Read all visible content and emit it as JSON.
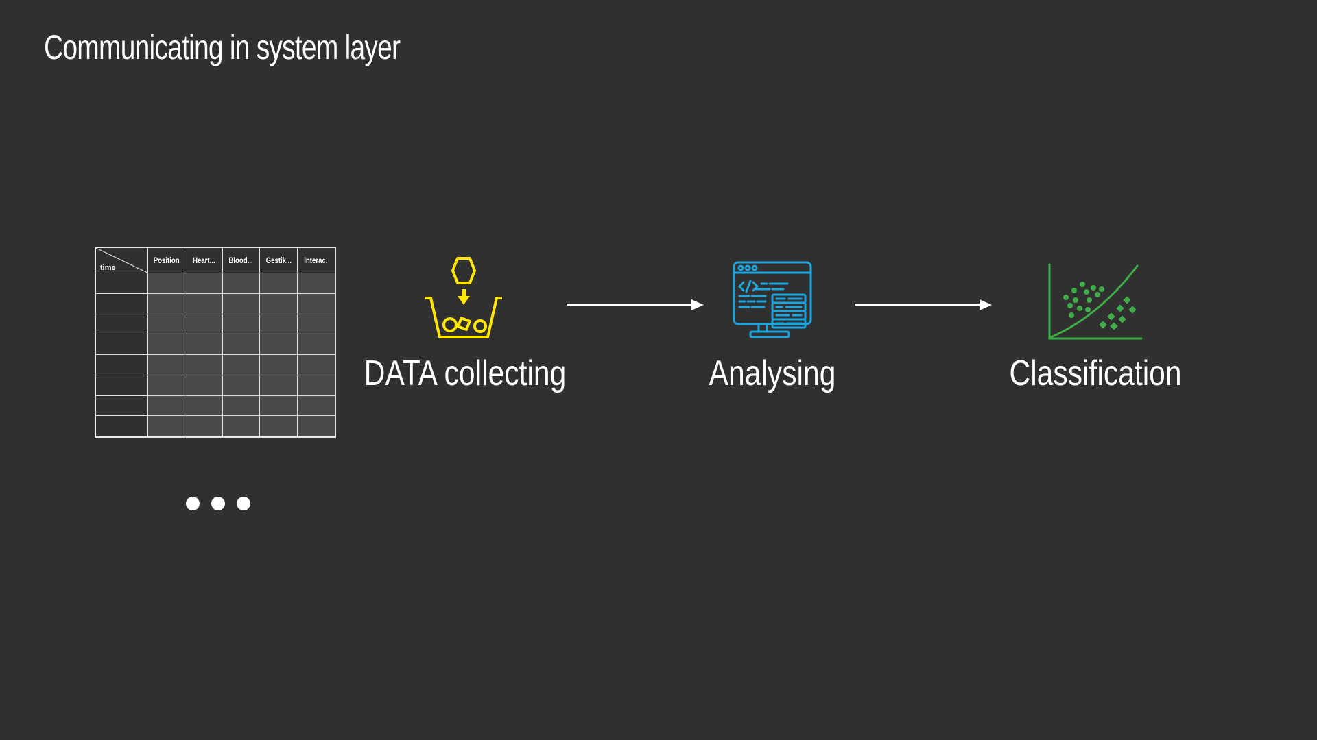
{
  "title": "Communicating in system layer",
  "table": {
    "corner_label": "time",
    "columns": [
      "Position",
      "Heart...",
      "Blood...",
      "Gestik...",
      "Interac."
    ],
    "row_count": 8
  },
  "ellipsis_dots": 3,
  "steps": [
    {
      "label": "DATA collecting",
      "icon": "data-collecting-icon",
      "color": "#FFE600"
    },
    {
      "label": "Analysing",
      "icon": "code-monitor-icon",
      "color": "#1BA6E0"
    },
    {
      "label": "Classification",
      "icon": "scatter-classification-icon",
      "color": "#3FAE49"
    }
  ],
  "colors": {
    "background": "#303030",
    "text": "#FFFFFF",
    "cell_fill": "#4A4A4A"
  }
}
